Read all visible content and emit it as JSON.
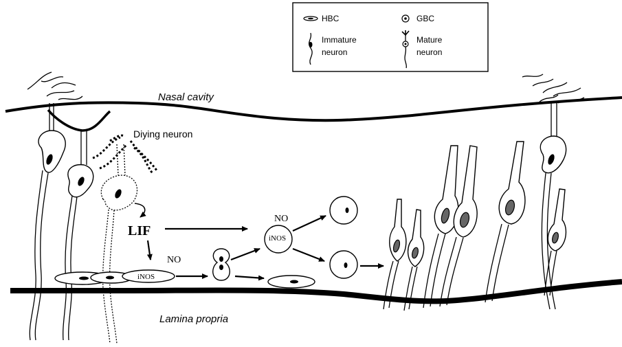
{
  "legend": {
    "hbc": "HBC",
    "gbc": "GBC",
    "immature_line1": "Immature",
    "immature_line2": "neuron",
    "mature_line1": "Mature",
    "mature_line2": "neuron"
  },
  "labels": {
    "nasal_cavity": "Nasal cavity",
    "lamina_propria": "Lamina propria",
    "dying_neuron": "Diying neuron",
    "lif": "LIF",
    "no_left": "NO",
    "inos_left": "iNOS",
    "no_center": "NO",
    "inos_center": "iNOS"
  },
  "colors": {
    "line": "#000000",
    "background": "#ffffff",
    "nucleus_gray": "#666666"
  }
}
